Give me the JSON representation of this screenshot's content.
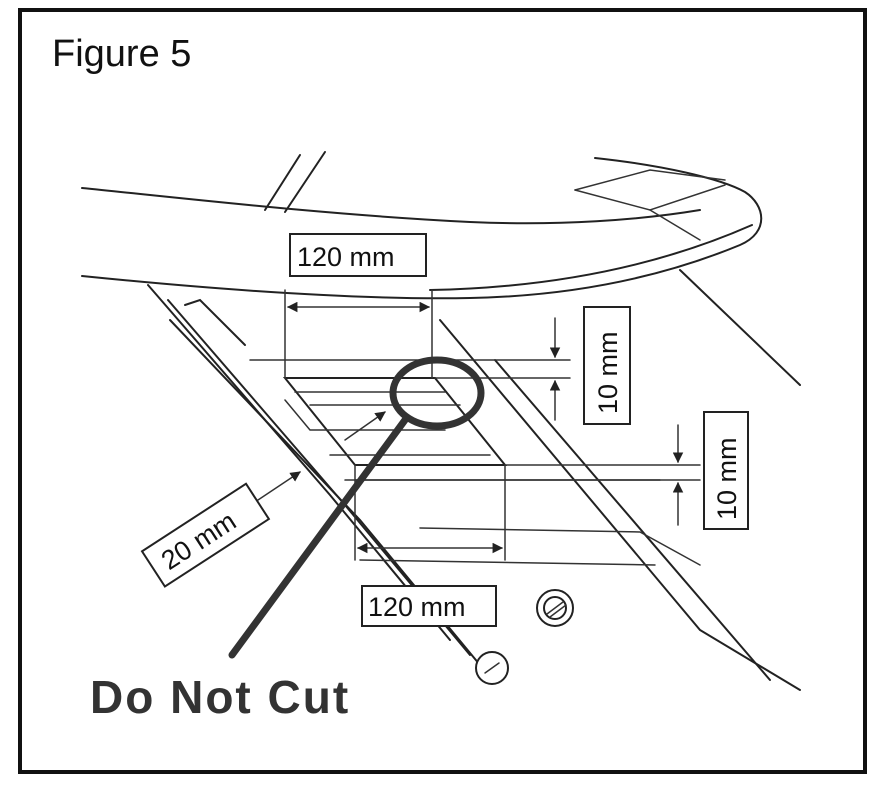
{
  "figure": {
    "title": "Figure 5",
    "callout": "Do Not Cut",
    "dimensions": {
      "top_width": "120 mm",
      "bottom_width": "120 mm",
      "upper_height": "10 mm",
      "lower_height": "10 mm",
      "offset": "20 mm"
    }
  }
}
